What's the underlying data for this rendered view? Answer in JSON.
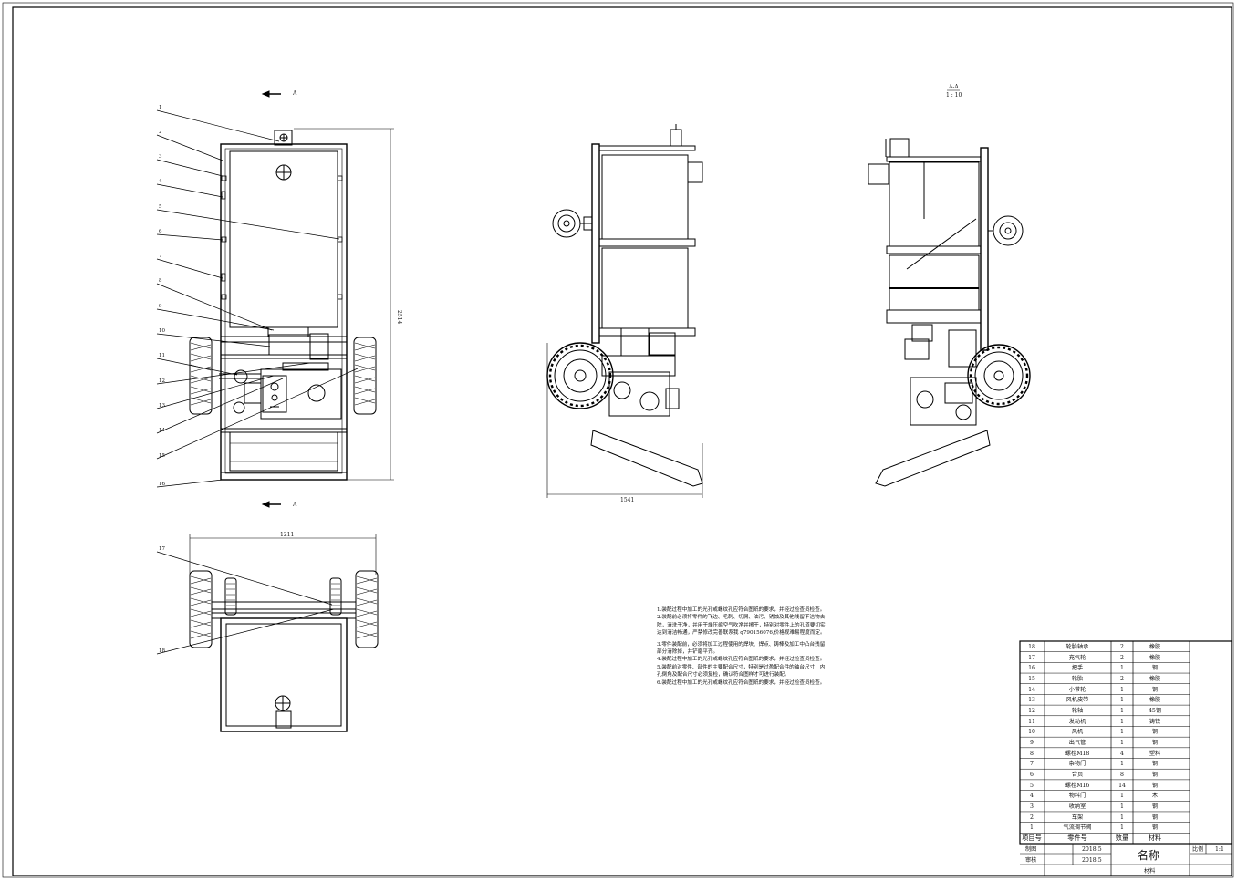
{
  "views": {
    "front_callouts": [
      "1",
      "2",
      "3",
      "4",
      "5",
      "6",
      "7",
      "8",
      "9",
      "10",
      "11",
      "12",
      "13",
      "14",
      "15",
      "16"
    ],
    "top_callouts": [
      "17",
      "18"
    ],
    "section_marks": {
      "top": "A",
      "bottom": "A"
    },
    "dim_height": "2514",
    "dim_top_width": "1211",
    "dim_side_width": "1541",
    "section_title": "A-A",
    "section_scale": "1 : 10"
  },
  "notes": [
    "1.装配过程中加工的光孔或螺纹孔应符合图纸的要求，并经过检查员检查。",
    "2.装配前必须将零件的飞边、毛刺、切屑、油污、锈蚀及其他残留不洁物去",
    "除，清洗干净，并用干燥压缩空气吹净并擦干，特别对零件上的孔道要切实",
    "达到清洁畅通，严禁修改完善联系我 q790156076,价格视难易程度而定。",
    "3.零件装配前，必须将加工过程使用的焊块、焊点、铸棒及加工中凸台残留",
    "部分清除掉，并铲磨平齐。",
    "4.装配过程中加工的光孔或螺纹孔应符合图纸的要求，并经过检查员检查。",
    "5.装配前对零件、部件的主要配合尺寸，特别是过盈配合件的轴台尺寸，内",
    "孔倒角及配合尺寸必须复检，确认符合图样才可进行装配。",
    "6.装配过程中加工的光孔或螺纹孔应符合图纸的要求，并经过检查员检查。"
  ],
  "bom": {
    "rows": [
      {
        "no": "18",
        "name": "轮胎轴承",
        "qty": "2",
        "mat": "橡胶"
      },
      {
        "no": "17",
        "name": "充气轮",
        "qty": "2",
        "mat": "橡胶"
      },
      {
        "no": "16",
        "name": "把手",
        "qty": "1",
        "mat": "钢"
      },
      {
        "no": "15",
        "name": "轮胎",
        "qty": "2",
        "mat": "橡胶"
      },
      {
        "no": "14",
        "name": "小带轮",
        "qty": "1",
        "mat": "钢"
      },
      {
        "no": "13",
        "name": "风机皮带",
        "qty": "1",
        "mat": "橡胶"
      },
      {
        "no": "12",
        "name": "轮轴",
        "qty": "1",
        "mat": "45钢"
      },
      {
        "no": "11",
        "name": "发动机",
        "qty": "1",
        "mat": "铸铁"
      },
      {
        "no": "10",
        "name": "风机",
        "qty": "1",
        "mat": "钢"
      },
      {
        "no": "9",
        "name": "出气管",
        "qty": "1",
        "mat": "钢"
      },
      {
        "no": "8",
        "name": "螺栓M18",
        "qty": "4",
        "mat": "塑料"
      },
      {
        "no": "7",
        "name": "杂物门",
        "qty": "1",
        "mat": "钢"
      },
      {
        "no": "6",
        "name": "合页",
        "qty": "8",
        "mat": "钢"
      },
      {
        "no": "5",
        "name": "螺栓M16",
        "qty": "14",
        "mat": "钢"
      },
      {
        "no": "4",
        "name": "物料门",
        "qty": "1",
        "mat": "木"
      },
      {
        "no": "3",
        "name": "收纳室",
        "qty": "1",
        "mat": "钢"
      },
      {
        "no": "2",
        "name": "车架",
        "qty": "1",
        "mat": "钢"
      },
      {
        "no": "1",
        "name": "气流调节阀",
        "qty": "1",
        "mat": "钢"
      }
    ],
    "header": {
      "no": "项目号",
      "name": "零件号",
      "qty": "数量",
      "mat": "材料"
    }
  },
  "title_block": {
    "drawn_label": "制图",
    "drawn_date": "2018.5",
    "checked_label": "审核",
    "checked_date": "2018.5",
    "name_label": "名称",
    "material_label": "材料",
    "scale_label": "比例",
    "scale_value": "1:1"
  }
}
